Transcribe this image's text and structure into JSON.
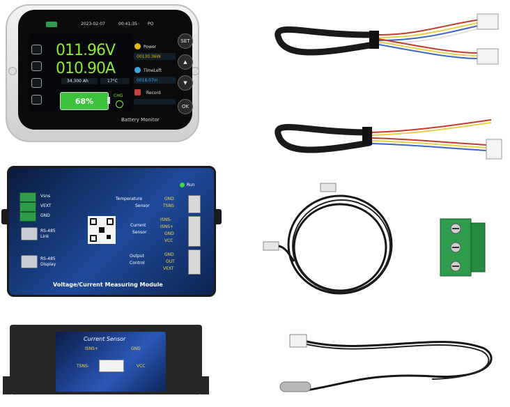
{
  "battery_monitor": {
    "date": "2023-02-07",
    "time": "00:41:35",
    "pow_label": "PO",
    "voltage": "011.96V",
    "current": "010.90A",
    "capacity": "34.300 Ah",
    "temperature": "17°C",
    "percent": "68%",
    "chg_label": "CHG",
    "power_label": "Power",
    "power_value": "00130.36W",
    "timeleft_label": "TimeLeft",
    "timeleft_value": "0018.07m",
    "record_label": "Record",
    "brand": "Battery Monitor",
    "buttons": [
      "SET",
      "▲",
      "▼",
      "OK"
    ]
  },
  "module": {
    "title": "Voltage/Current Measuring Module",
    "run_label": "Run",
    "left_inputs": [
      "Vsns",
      "VEXT",
      "GND"
    ],
    "rs485_link": [
      "RS-485",
      "Link"
    ],
    "rs485_display": [
      "RS-485",
      "Display"
    ],
    "temperature_sensor": [
      "Temperature",
      "Sensor"
    ],
    "temp_pins": [
      "GND",
      "TSNS"
    ],
    "current_sensor": [
      "Current",
      "Sensor"
    ],
    "current_pins": [
      "ISNS-",
      "ISNS+",
      "GND",
      "VCC"
    ],
    "output_control": [
      "Output",
      "Control"
    ],
    "output_pins": [
      "GND",
      "OUT",
      "VEXT"
    ]
  },
  "sensor": {
    "title": "Current Sensor",
    "pins": [
      "ISNS+",
      "GND",
      "TSNS-",
      "VCC"
    ]
  },
  "colors": {
    "lcd_green": "#8ee83a",
    "battery_green": "#3cc23c",
    "module_blue": "#1f4a9a",
    "terminal_green": "#2e9c4c",
    "cable_black": "#1a1a1a"
  }
}
